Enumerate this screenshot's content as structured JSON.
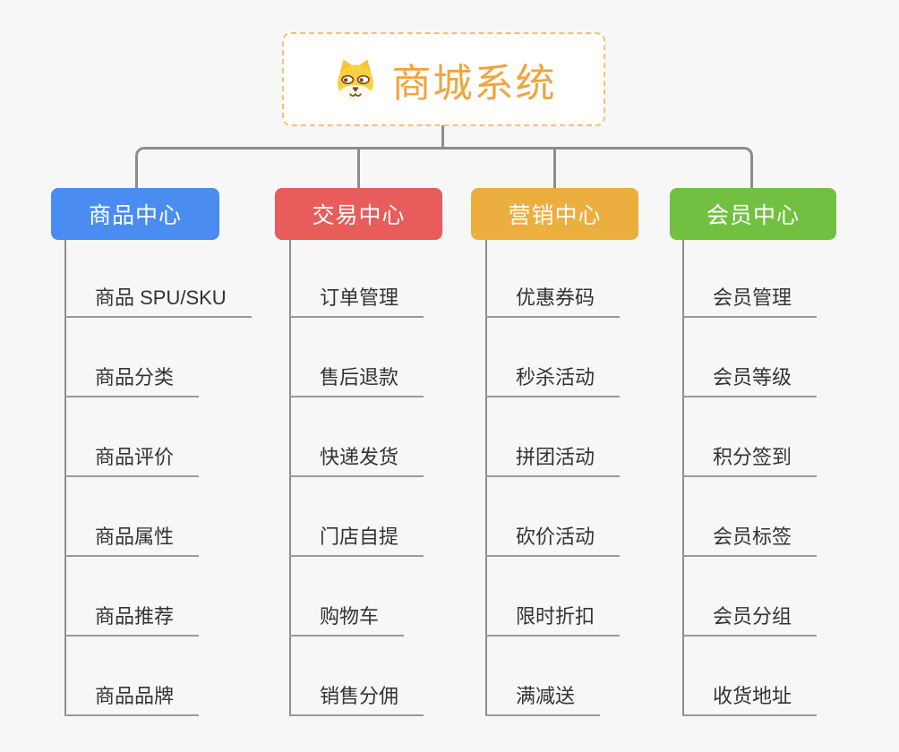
{
  "root": {
    "title": "商城系统",
    "icon": "dog-face"
  },
  "branches": [
    {
      "label": "商品中心",
      "color": "#4a8cf0",
      "children": [
        "商品 SPU/SKU",
        "商品分类",
        "商品评价",
        "商品属性",
        "商品推荐",
        "商品品牌"
      ]
    },
    {
      "label": "交易中心",
      "color": "#e85c5c",
      "children": [
        "订单管理",
        "售后退款",
        "快递发货",
        "门店自提",
        "购物车",
        "销售分佣"
      ]
    },
    {
      "label": "营销中心",
      "color": "#ecae3e",
      "children": [
        "优惠券码",
        "秒杀活动",
        "拼团活动",
        "砍价活动",
        "限时折扣",
        "满减送"
      ]
    },
    {
      "label": "会员中心",
      "color": "#72c041",
      "children": [
        "会员管理",
        "会员等级",
        "积分签到",
        "会员标签",
        "会员分组",
        "收货地址"
      ]
    }
  ],
  "theme": {
    "background": "#f7f7f7",
    "connector": "#8d8d8d",
    "leaf_underline": "#9a9a9a",
    "leaf_text": "#333333",
    "root_border": "#f3c171",
    "root_text": "#f0a540",
    "branch_text": "#ffffff"
  }
}
